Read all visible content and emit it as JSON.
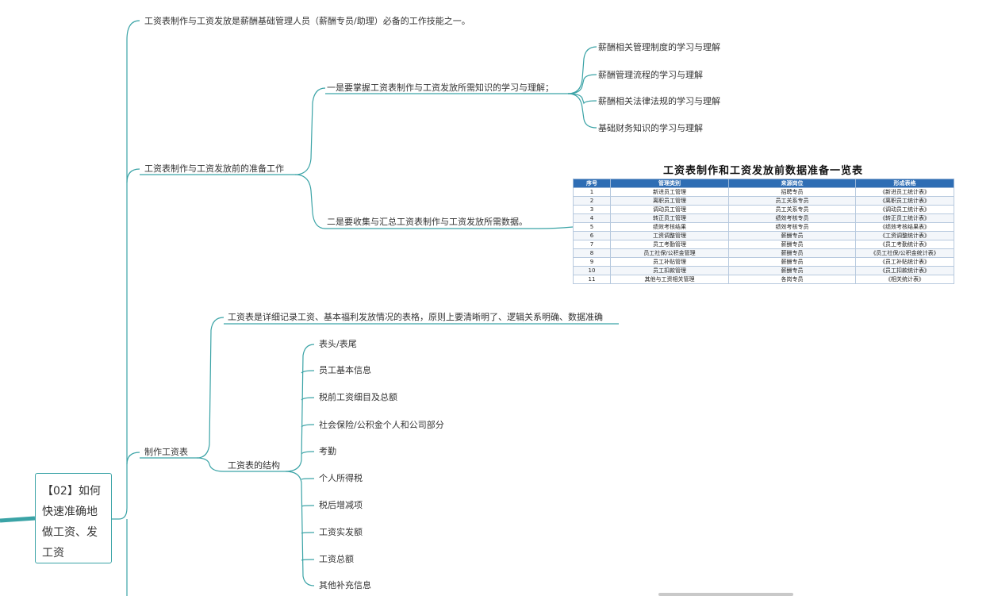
{
  "root": {
    "label": "【02】如何快速准确地做工资、发工资"
  },
  "branches": {
    "intro": "工资表制作与工资发放是薪酬基础管理人员（薪酬专员/助理）必备的工作技能之一。",
    "prep": {
      "label": "工资表制作与工资发放前的准备工作",
      "first": {
        "label": "一是要掌握工资表制作与工资发放所需知识的学习与理解；",
        "items": [
          "薪酬相关管理制度的学习与理解",
          "薪酬管理流程的学习与理解",
          "薪酬相关法律法规的学习与理解",
          "基础财务知识的学习与理解"
        ]
      },
      "second": {
        "label": "二是要收集与汇总工资表制作与工资发放所需数据。"
      }
    },
    "make": {
      "label": "制作工资表",
      "definition": "工资表是详细记录工资、基本福利发放情况的表格，原则上要清晰明了、逻辑关系明确、数据准确",
      "structure": {
        "label": "工资表的结构",
        "items": [
          "表头/表尾",
          "员工基本信息",
          "税前工资细目及总额",
          "社会保险/公积金个人和公司部分",
          "考勤",
          "个人所得税",
          "税后增减项",
          "工资实发额",
          "工资总额",
          "其他补充信息"
        ]
      }
    }
  },
  "table": {
    "title": "工资表制作和工资发放前数据准备一览表",
    "headers": [
      "序号",
      "管理类别",
      "来源岗位",
      "形成表格"
    ],
    "rows": [
      [
        "1",
        "新进员工管理",
        "招聘专员",
        "《新进员工统计表》"
      ],
      [
        "2",
        "离职员工管理",
        "员工关系专员",
        "《离职员工统计表》"
      ],
      [
        "3",
        "调动员工管理",
        "员工关系专员",
        "《调动员工统计表》"
      ],
      [
        "4",
        "转正员工管理",
        "绩效考核专员",
        "《转正员工统计表》"
      ],
      [
        "5",
        "绩效考核结果",
        "绩效考核专员",
        "《绩效考核结果表》"
      ],
      [
        "6",
        "工资调整管理",
        "薪酬专员",
        "《工资调整统计表》"
      ],
      [
        "7",
        "员工考勤管理",
        "薪酬专员",
        "《员工考勤统计表》"
      ],
      [
        "8",
        "员工社保/公积金管理",
        "薪酬专员",
        "《员工社保/公积金统计表》"
      ],
      [
        "9",
        "员工补贴管理",
        "薪酬专员",
        "《员工补贴统计表》"
      ],
      [
        "10",
        "员工扣款管理",
        "薪酬专员",
        "《员工扣款统计表》"
      ],
      [
        "11",
        "其他与工资相关管理",
        "各岗专员",
        "《相关统计表》"
      ]
    ]
  },
  "colors": {
    "connector": "#3aa3a6",
    "table_header": "#2e6db4"
  }
}
